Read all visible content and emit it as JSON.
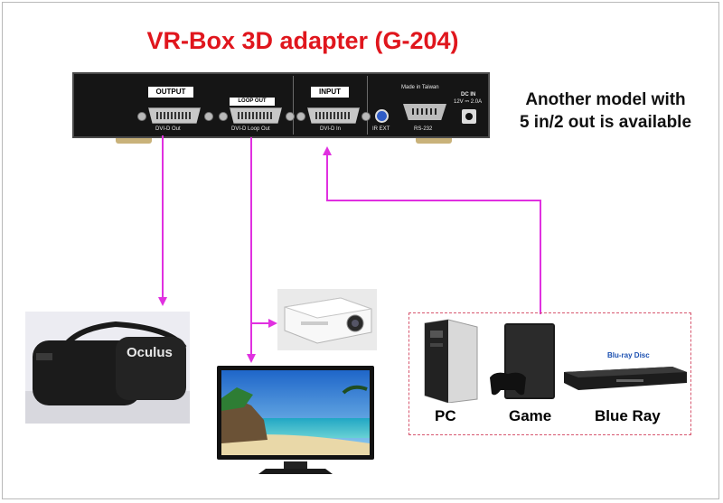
{
  "title": "VR-Box 3D adapter (G-204)",
  "note": {
    "line1": "Another model with",
    "line2": "5 in/2 out is available"
  },
  "device": {
    "labels": {
      "output": "OUTPUT",
      "loop_out": "LOOP OUT",
      "input": "INPUT"
    },
    "ports": {
      "dvi_out": "DVI-D Out",
      "dvi_loop_out": "DVI-D Loop Out",
      "dvi_in": "DVI-D In",
      "ir_ext": "IR EXT",
      "rs232": "RS-232",
      "made_in": "Made in Taiwan",
      "dc_in": "DC IN",
      "dc_spec": "12V ⎓ 2.0A"
    }
  },
  "headset_brand": "Oculus",
  "bluray_logo": "Blu-ray Disc",
  "sources": {
    "pc": "PC",
    "game": "Game",
    "bluray": "Blue Ray"
  },
  "colors": {
    "title": "#e0161d",
    "arrow": "#e030e0",
    "source_border": "#d7576f"
  },
  "icons": [
    "vr-headset-icon",
    "projector-icon",
    "tv-icon",
    "pc-tower-icon",
    "game-console-icon",
    "bluray-player-icon"
  ]
}
